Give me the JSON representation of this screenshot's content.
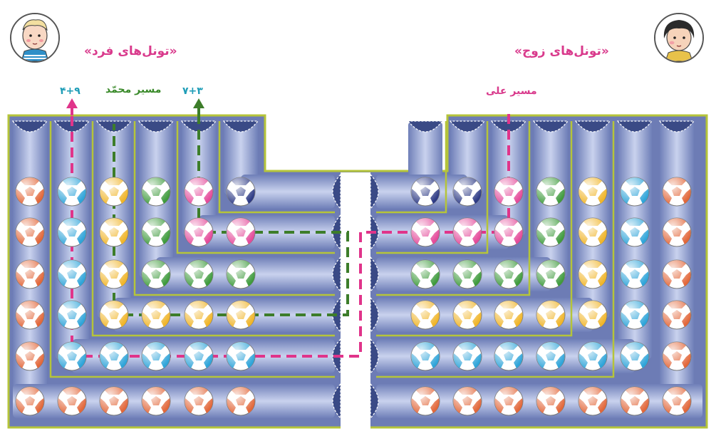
{
  "labels": {
    "odd_tunnels": "«تونل‌های فرد»",
    "even_tunnels": "«تونل‌های زوج»",
    "mohammad_path": "مسیر محمّد",
    "ali_path": "مسیر علی",
    "sum_mohammad": "۷+۳",
    "sum_ali": "۴+۹"
  },
  "colors": {
    "orange": "#e2673a",
    "blue": "#2fa4d9",
    "yellow": "#f0b52a",
    "green": "#3f9b3d",
    "pink": "#e44a9a",
    "navy": "#2d3a85",
    "frame": "#8a98c7",
    "divider": "#b5c43a",
    "path_green": "#3d7d2a",
    "path_pink": "#e0348a",
    "label_green": "#3a8a2a",
    "label_teal": "#1f9db7",
    "label_pink": "#d93a8c"
  },
  "balls": {
    "left_row1": [
      "orange",
      "blue",
      "yellow",
      "green",
      "pink",
      "navy"
    ],
    "left_row2": [
      "orange",
      "blue",
      "yellow",
      "green",
      "pink",
      "pink"
    ],
    "left_row3": [
      "orange",
      "blue",
      "yellow",
      "green",
      "green",
      "green"
    ],
    "left_row4": [
      "orange",
      "blue",
      "yellow",
      "yellow",
      "yellow",
      "yellow"
    ],
    "left_row5": [
      "orange",
      "blue",
      "blue",
      "blue",
      "blue",
      "blue"
    ],
    "left_row6": [
      "orange",
      "orange",
      "orange",
      "orange",
      "orange",
      "orange"
    ],
    "right_row1": [
      "navy",
      "navy",
      "pink",
      "green",
      "yellow",
      "blue",
      "orange"
    ],
    "right_row2": [
      "pink",
      "pink",
      "pink",
      "green",
      "yellow",
      "blue",
      "orange"
    ],
    "right_row3": [
      "green",
      "green",
      "green",
      "green",
      "yellow",
      "blue",
      "orange"
    ],
    "right_row4": [
      "yellow",
      "yellow",
      "yellow",
      "yellow",
      "yellow",
      "blue",
      "orange"
    ],
    "right_row5": [
      "blue",
      "blue",
      "blue",
      "blue",
      "blue",
      "blue",
      "orange"
    ],
    "right_row6": [
      "orange",
      "orange",
      "orange",
      "orange",
      "orange",
      "orange",
      "orange"
    ]
  }
}
